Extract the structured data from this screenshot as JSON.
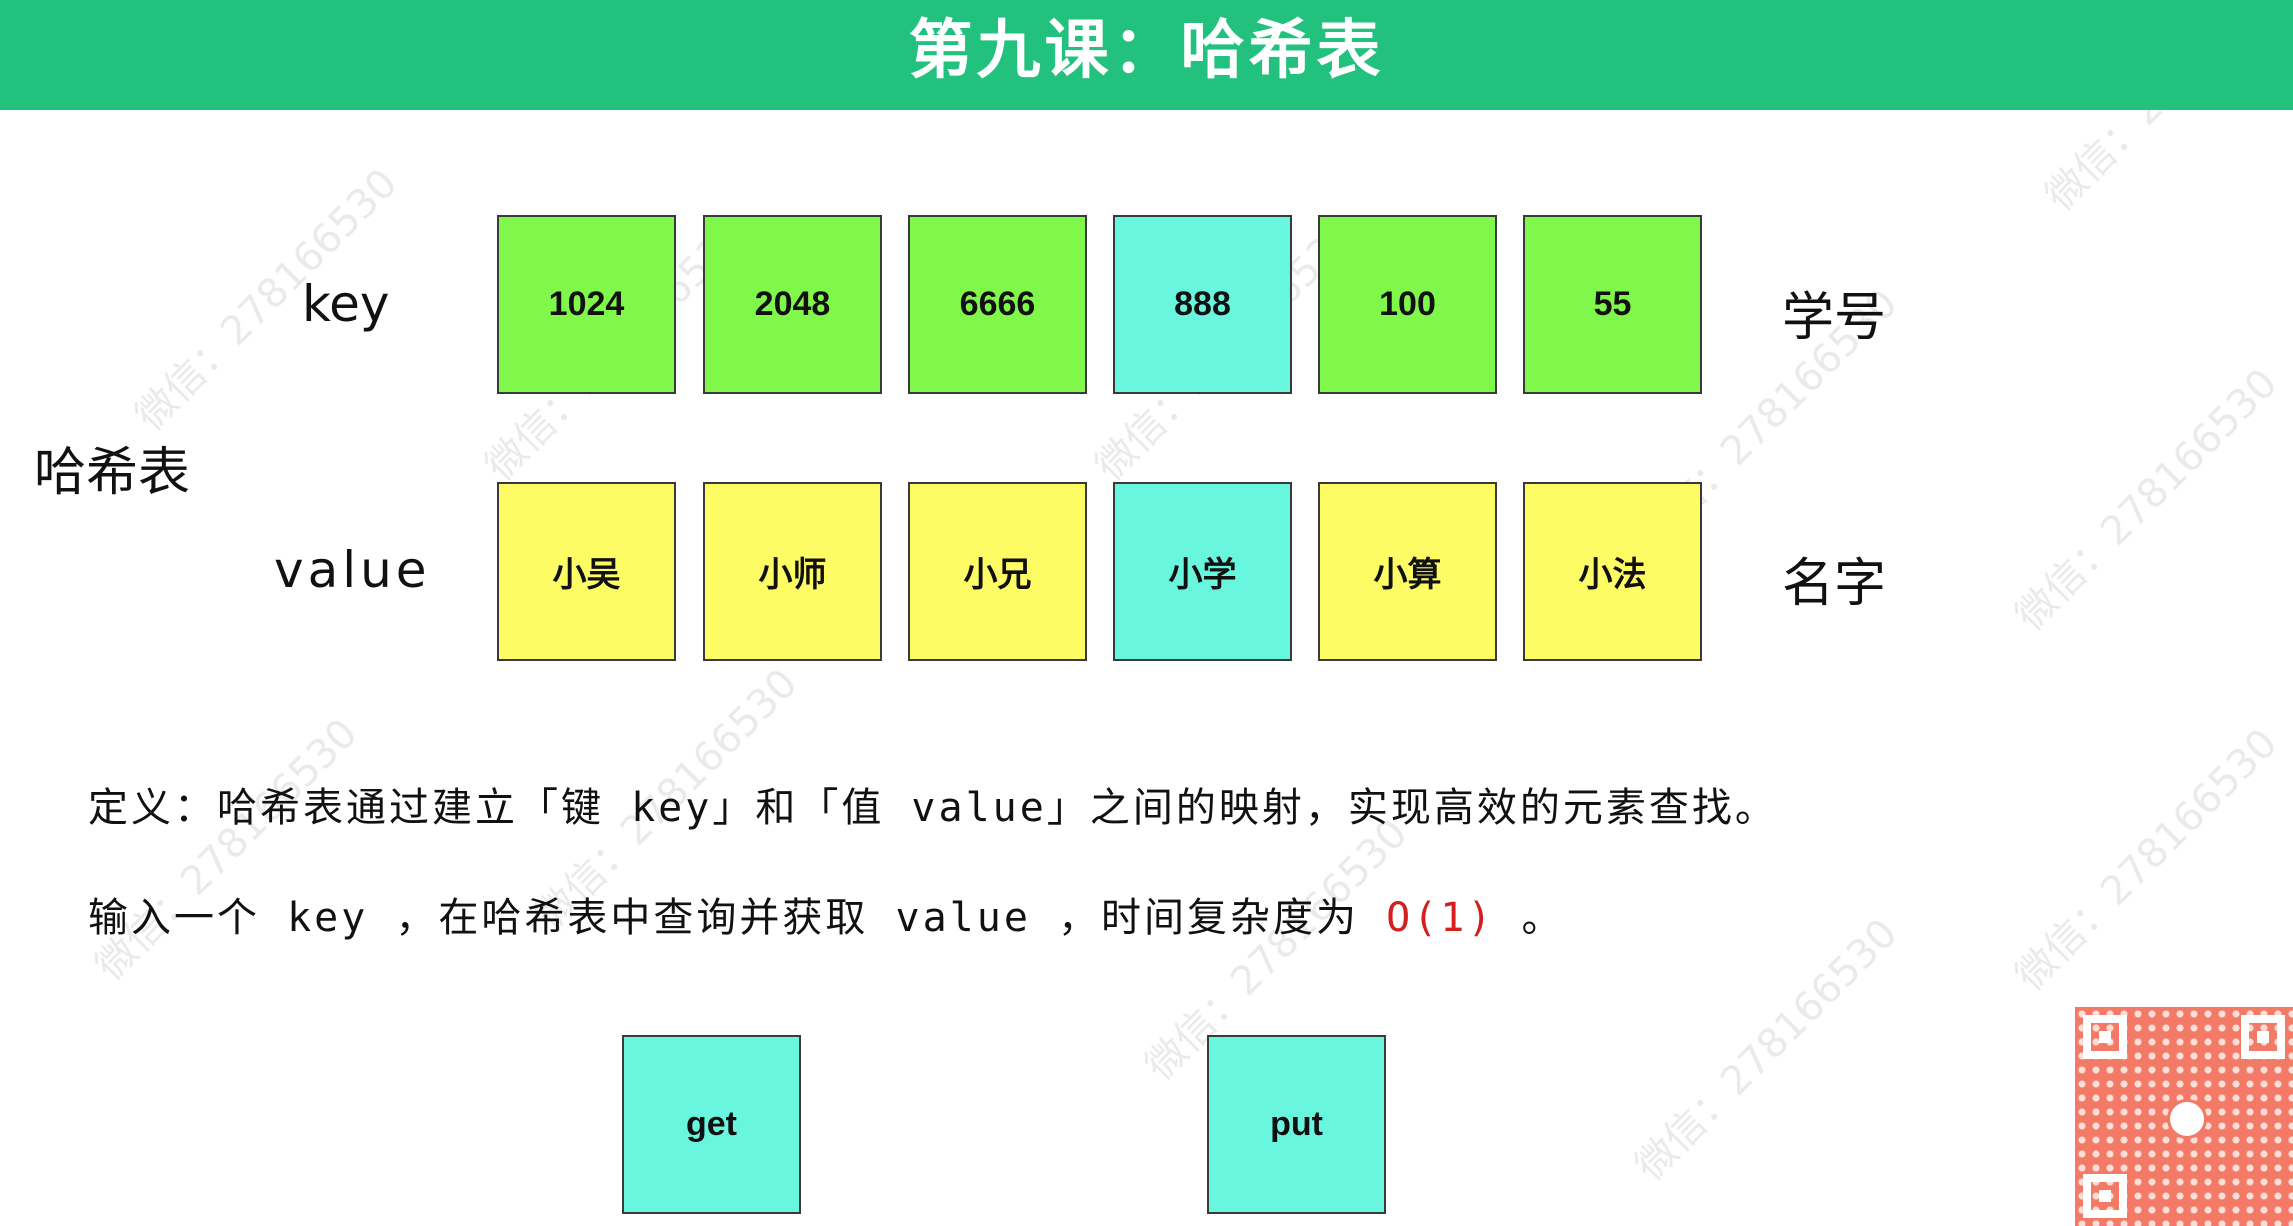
{
  "header": {
    "title": "第九课：哈希表"
  },
  "labels": {
    "key": "key",
    "value": "value",
    "hash_table": "哈希表",
    "student_id": "学号",
    "name": "名字"
  },
  "keys": [
    "1024",
    "2048",
    "6666",
    "888",
    "100",
    "55"
  ],
  "values": [
    "小吴",
    "小师",
    "小兄",
    "小学",
    "小算",
    "小法"
  ],
  "highlight_index": 3,
  "description": {
    "line1": "定义：哈希表通过建立「键 key」和「值 value」之间的映射，实现高效的元素查找。",
    "line2_prefix": "输入一个 key ，在哈希表中查询并获取 value ，时间复杂度为 ",
    "line2_complexity": "O(1)",
    "line2_suffix": " 。"
  },
  "operations": {
    "get": "get",
    "put": "put"
  },
  "watermark": "微信：278166530",
  "colors": {
    "header": "#22c17e",
    "key_box": "#80f74b",
    "value_box": "#fdfc65",
    "highlight_box": "#68f7de",
    "complexity": "#d41f1f"
  }
}
